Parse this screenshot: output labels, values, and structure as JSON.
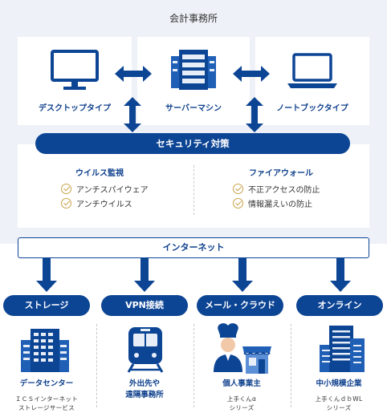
{
  "office": {
    "title": "会計事務所",
    "devices": [
      {
        "label": "デスクトップタイプ",
        "icon": "desktop-monitor-icon"
      },
      {
        "label": "サーバーマシン",
        "icon": "server-rack-icon"
      },
      {
        "label": "ノートブックタイプ",
        "icon": "laptop-icon"
      }
    ],
    "security": {
      "title": "セキュリティ対策",
      "groups": [
        {
          "title": "ウイルス監視",
          "items": [
            "アンチスパイウェア",
            "アンチウイルス"
          ]
        },
        {
          "title": "ファイアウォール",
          "items": [
            "不正アクセスの防止",
            "情報漏えいの防止"
          ]
        }
      ]
    }
  },
  "internet": {
    "label": "インターネット"
  },
  "services": [
    {
      "category": "ストレージ",
      "name": "データセンター",
      "sub1": "ＩＣＳインターネット",
      "sub2": "ストレージサービス",
      "icon": "data-center-icon"
    },
    {
      "category": "VPN接続",
      "name1": "外出先や",
      "name2": "遠隔事務所",
      "icon": "train-icon"
    },
    {
      "category": "メール・クラウド",
      "name": "個人事業主",
      "sub1": "上手くんα",
      "sub2": "シリーズ",
      "icon": "shop-owner-icon"
    },
    {
      "category": "オンライン",
      "name": "中小規模企業",
      "sub1": "上手くんｄｂWL",
      "sub2": "シリーズ",
      "icon": "office-building-icon"
    }
  ],
  "colors": {
    "primary": "#0d4595",
    "office_bg": "#eef1f7",
    "check_gold": "#c9a24a"
  }
}
